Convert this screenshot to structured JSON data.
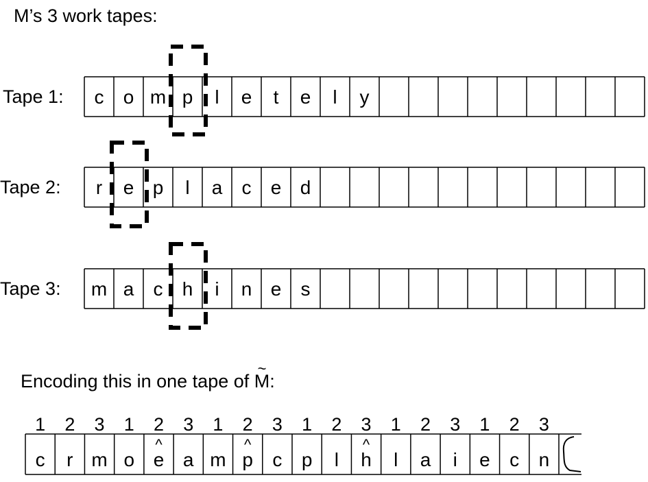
{
  "heading": "M’s 3 work tapes:",
  "tapes": [
    {
      "label": "Tape 1:",
      "cells": [
        "c",
        "o",
        "m",
        "p",
        "l",
        "e",
        "t",
        "e",
        "l",
        "y",
        "",
        "",
        "",
        "",
        "",
        "",
        "",
        "",
        ""
      ],
      "head_index": 3
    },
    {
      "label": "Tape 2:",
      "cells": [
        "r",
        "e",
        "p",
        "l",
        "a",
        "c",
        "e",
        "d",
        "",
        "",
        "",
        "",
        "",
        "",
        "",
        "",
        "",
        "",
        ""
      ],
      "head_index": 1
    },
    {
      "label": "Tape 3:",
      "cells": [
        "m",
        "a",
        "c",
        "h",
        "i",
        "n",
        "e",
        "s",
        "",
        "",
        "",
        "",
        "",
        "",
        "",
        "",
        "",
        "",
        ""
      ],
      "head_index": 3
    }
  ],
  "encoding": {
    "caption_prefix": "Encoding this in one tape of ",
    "caption_machine": "M",
    "caption_tilde": "~",
    "caption_suffix": ":",
    "track_labels": [
      "1",
      "2",
      "3",
      "1",
      "2",
      "3",
      "1",
      "2",
      "3",
      "1",
      "2",
      "3",
      "1",
      "2",
      "3",
      "1",
      "2",
      "3"
    ],
    "cells": [
      "c",
      "r",
      "m",
      "o",
      "e",
      "a",
      "m",
      "p",
      "c",
      "p",
      "l",
      "h",
      "l",
      "a",
      "i",
      "e",
      "c",
      "n"
    ],
    "hat_indices": [
      4,
      7,
      11
    ],
    "hat_symbol": "^"
  },
  "colors": {
    "ink": "#000000",
    "background": "#ffffff"
  }
}
